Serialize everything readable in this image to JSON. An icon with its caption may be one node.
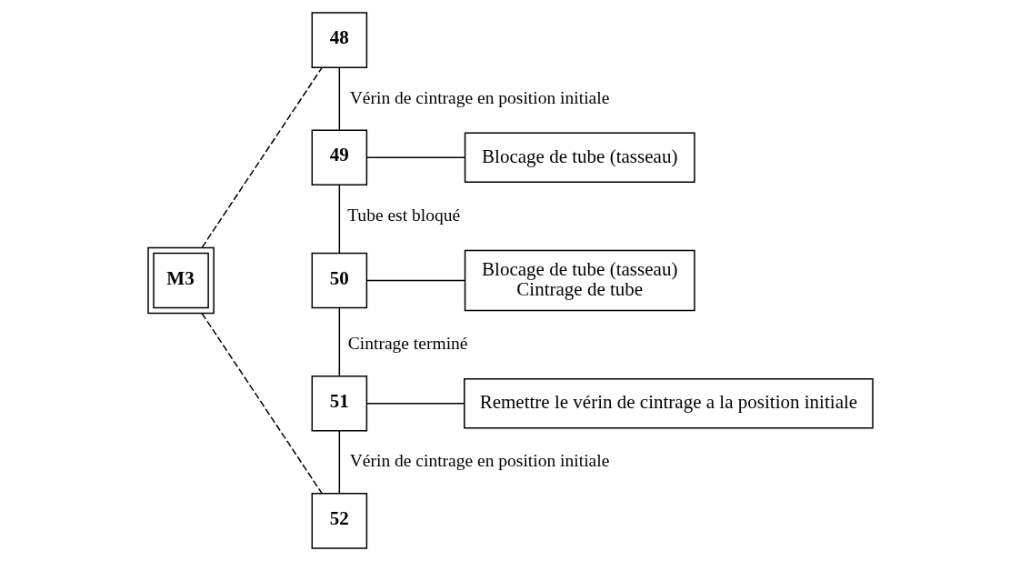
{
  "diagram": {
    "nodes": [
      {
        "text": [
          "M3"
        ]
      },
      {
        "text": [
          "48"
        ]
      },
      {
        "text": [
          "49"
        ]
      },
      {
        "text": [
          "Blocage de tube (tasseau)"
        ]
      },
      {
        "text": [
          "50"
        ]
      },
      {
        "text": [
          "Blocage de tube (tasseau)",
          "Cintrage de tube"
        ]
      },
      {
        "text": [
          "51"
        ]
      },
      {
        "text": [
          "Remettre le vérin de cintrage a la position initiale"
        ]
      },
      {
        "text": [
          "52"
        ]
      }
    ],
    "edges": [
      {
        "from": 0,
        "to": 1,
        "arrow": "none",
        "style": "dashed"
      },
      {
        "from": 0,
        "to": 8,
        "arrow": "none",
        "style": "dashed"
      },
      {
        "from": 1,
        "to": 2,
        "arrow": "none",
        "label": "Vérin de cintrage en position initiale"
      },
      {
        "from": 2,
        "to": 3,
        "arrow": "none"
      },
      {
        "from": 2,
        "to": 4,
        "arrow": "none",
        "label": "Tube est bloqué"
      },
      {
        "from": 4,
        "to": 5,
        "arrow": "none"
      },
      {
        "from": 4,
        "to": 6,
        "arrow": "none",
        "label": "Cintrage terminé"
      },
      {
        "from": 6,
        "to": 7,
        "arrow": "none"
      },
      {
        "from": 6,
        "to": 8,
        "arrow": "none",
        "label": "Vérin de cintrage en position initiale"
      }
    ]
  }
}
